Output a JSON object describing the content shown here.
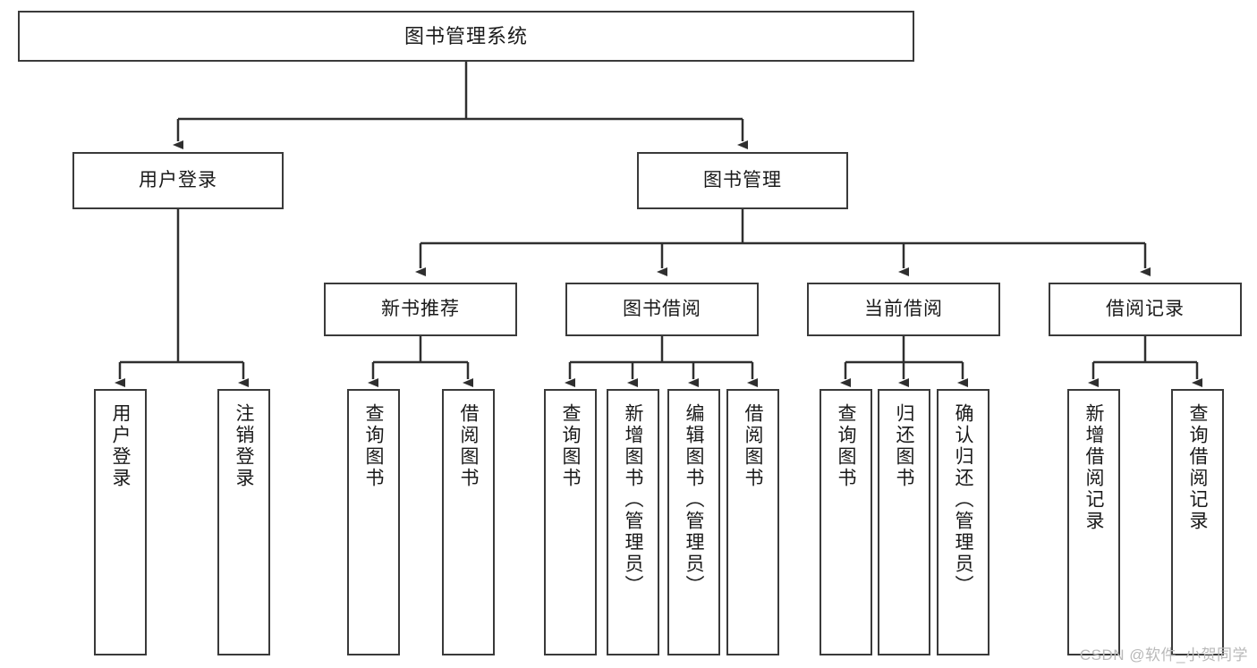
{
  "diagram": {
    "title": "图书管理系统",
    "type": "hierarchy-tree",
    "colors": {
      "box_border": "#3a3a3a",
      "box_fill": "#ffffff",
      "edge": "#2f2f2f",
      "text": "#1a1a1a",
      "watermark": "#b9b9b9"
    },
    "nodes": {
      "root": {
        "label": "图书管理系统"
      },
      "level2": [
        {
          "id": "user-login",
          "label": "用户登录"
        },
        {
          "id": "book-manage",
          "label": "图书管理"
        }
      ],
      "level3": [
        {
          "id": "new-book-recommend",
          "label": "新书推荐"
        },
        {
          "id": "book-borrow",
          "label": "图书借阅"
        },
        {
          "id": "current-borrow",
          "label": "当前借阅"
        },
        {
          "id": "borrow-record",
          "label": "借阅记录"
        }
      ],
      "leaves": {
        "user_login": [
          {
            "id": "leaf-user-login",
            "label": "用户登录"
          },
          {
            "id": "leaf-logout-login",
            "label": "注销登录"
          }
        ],
        "new_book_recommend": [
          {
            "id": "leaf-query-book-1",
            "label": "查询图书"
          },
          {
            "id": "leaf-borrow-book-1",
            "label": "借阅图书"
          }
        ],
        "book_borrow": [
          {
            "id": "leaf-query-book-2",
            "label": "查询图书"
          },
          {
            "id": "leaf-add-book",
            "label": "新增图书（管理员）"
          },
          {
            "id": "leaf-edit-book",
            "label": "编辑图书（管理员）"
          },
          {
            "id": "leaf-borrow-book-2",
            "label": "借阅图书"
          }
        ],
        "current_borrow": [
          {
            "id": "leaf-query-book-3",
            "label": "查询图书"
          },
          {
            "id": "leaf-return-book",
            "label": "归还图书"
          },
          {
            "id": "leaf-confirm-return",
            "label": "确认归还（管理员）"
          }
        ],
        "borrow_record": [
          {
            "id": "leaf-add-record",
            "label": "新增借阅记录"
          },
          {
            "id": "leaf-query-record",
            "label": "查询借阅记录"
          }
        ]
      }
    },
    "watermark": "CSDN @软件_小贺同学"
  }
}
